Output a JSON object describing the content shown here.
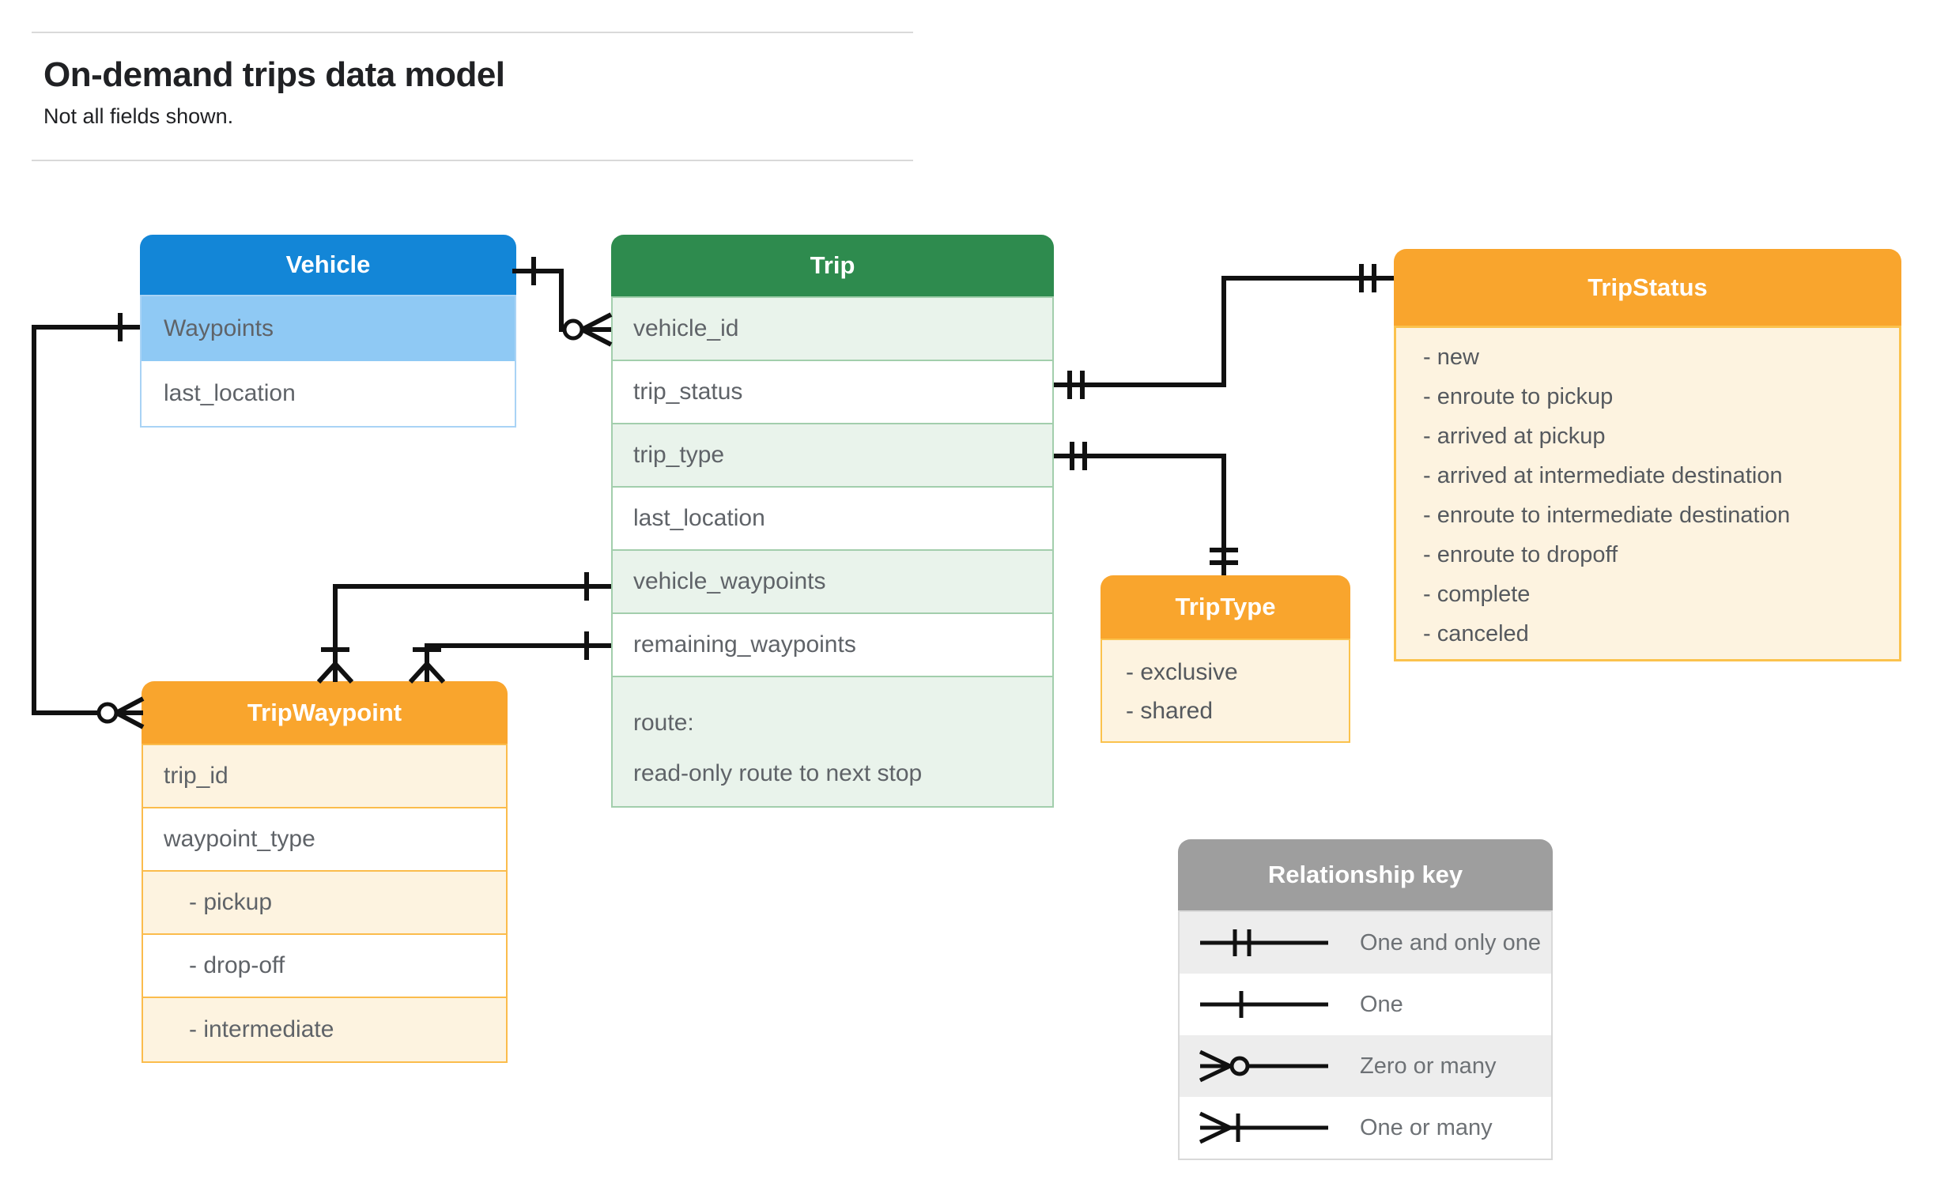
{
  "page": {
    "title": "On-demand trips data model",
    "subtitle": "Not all fields shown."
  },
  "entities": {
    "vehicle": {
      "title": "Vehicle",
      "fields": [
        "Waypoints",
        "last_location"
      ]
    },
    "trip": {
      "title": "Trip",
      "fields": [
        "vehicle_id",
        "trip_status",
        "trip_type",
        "last_location",
        "vehicle_waypoints",
        "remaining_waypoints"
      ],
      "route_field": {
        "name": "route:",
        "description": "read-only route to next stop"
      }
    },
    "trip_status": {
      "title": "TripStatus",
      "values": [
        "- new",
        "- enroute to pickup",
        "- arrived at pickup",
        "- arrived at intermediate destination",
        "- enroute to intermediate destination",
        "- enroute to dropoff",
        "- complete",
        "- canceled"
      ]
    },
    "trip_type": {
      "title": "TripType",
      "values": [
        "- exclusive",
        "- shared"
      ]
    },
    "trip_waypoint": {
      "title": "TripWaypoint",
      "fields": [
        "trip_id",
        "waypoint_type"
      ],
      "values": [
        "- pickup",
        "- drop-off",
        "- intermediate"
      ]
    }
  },
  "legend": {
    "title": "Relationship key",
    "items": [
      {
        "symbol": "one-and-only-one",
        "label": "One and only one"
      },
      {
        "symbol": "one",
        "label": "One"
      },
      {
        "symbol": "zero-or-many",
        "label": "Zero or many"
      },
      {
        "symbol": "one-or-many",
        "label": "One or many"
      }
    ]
  },
  "relationships": [
    {
      "from": "Vehicle",
      "to": "Trip.vehicle_id",
      "from_cardinality": "One",
      "to_cardinality": "Zero or many"
    },
    {
      "from": "Vehicle.Waypoints",
      "to": "TripWaypoint",
      "from_cardinality": "One",
      "to_cardinality": "Zero or many"
    },
    {
      "from": "Trip.trip_status",
      "to": "TripStatus",
      "from_cardinality": "One and only one",
      "to_cardinality": "One and only one"
    },
    {
      "from": "Trip.trip_type",
      "to": "TripType",
      "from_cardinality": "One and only one",
      "to_cardinality": "One and only one"
    },
    {
      "from": "Trip.vehicle_waypoints",
      "to": "TripWaypoint",
      "from_cardinality": "One",
      "to_cardinality": "One or many"
    },
    {
      "from": "Trip.remaining_waypoints",
      "to": "TripWaypoint",
      "from_cardinality": "One",
      "to_cardinality": "One or many"
    }
  ],
  "colors": {
    "vehicle_header": "#1386D7",
    "vehicle_highlight_row": "#8FC9F4",
    "trip_header": "#2E8B4E",
    "trip_row_tint": "#E9F3EB",
    "orange_header": "#F9A52D",
    "orange_tint": "#FDF3E0",
    "key_header": "#9E9E9E",
    "key_row_tint": "#EDEDED",
    "connector": "#111111",
    "field_text": "#5F6368"
  }
}
